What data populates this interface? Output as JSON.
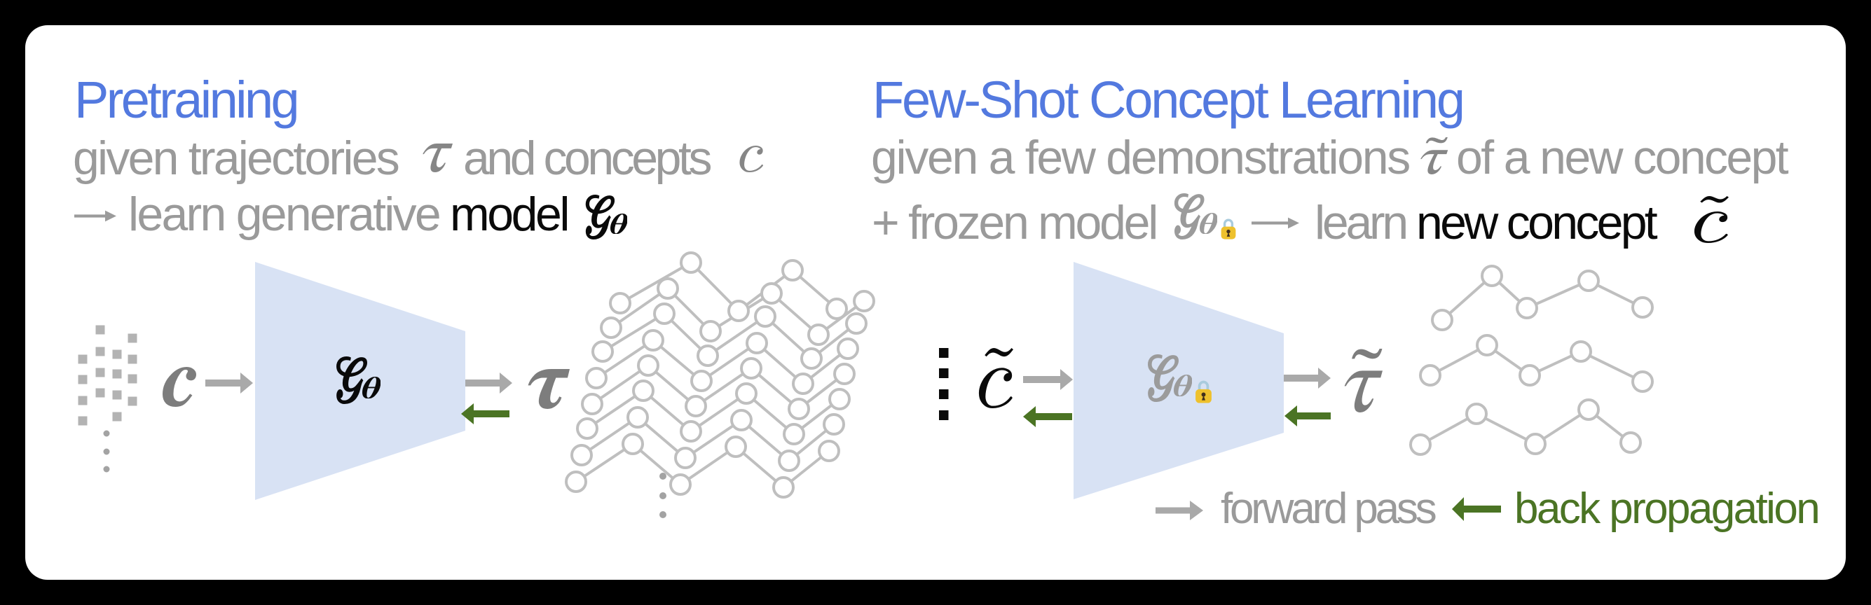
{
  "figure": {
    "background": "#000000",
    "card_color": "#ffffff",
    "accent_blue": "#5379df",
    "accent_green": "#4b7424",
    "model_fill": "#d8e2f4"
  },
  "pretraining": {
    "title": "Pretraining",
    "line1_pre": "given trajectories",
    "line1_sym1": "τ",
    "line1_mid": "and concepts",
    "line1_sym2": "c",
    "line2_arrow": "→",
    "line2_gray": "learn generative",
    "line2_black": "model",
    "line2_sym": "Gθ",
    "diagram": {
      "input_symbol": "c",
      "model_symbol": "Gθ",
      "output_symbol": "τ"
    }
  },
  "fewshot": {
    "title": "Few-Shot Concept Learning",
    "line1_pre": "given a few demonstrations",
    "line1_sym": "τ̃",
    "line1_post": "of a new concept",
    "line2_gray1": "+ frozen model",
    "line2_sym1": "Gθ",
    "line2_lock": "🔒",
    "line2_arrow": "→",
    "line2_gray2": "learn",
    "line2_black": "new concept",
    "line2_sym2": "c̃",
    "diagram": {
      "input_symbol": "c̃",
      "model_symbol": "Gθ",
      "model_lock": "🔒",
      "output_symbol": "τ̃"
    }
  },
  "legend": {
    "forward_label": "forward pass",
    "backward_label": "back propagation"
  }
}
